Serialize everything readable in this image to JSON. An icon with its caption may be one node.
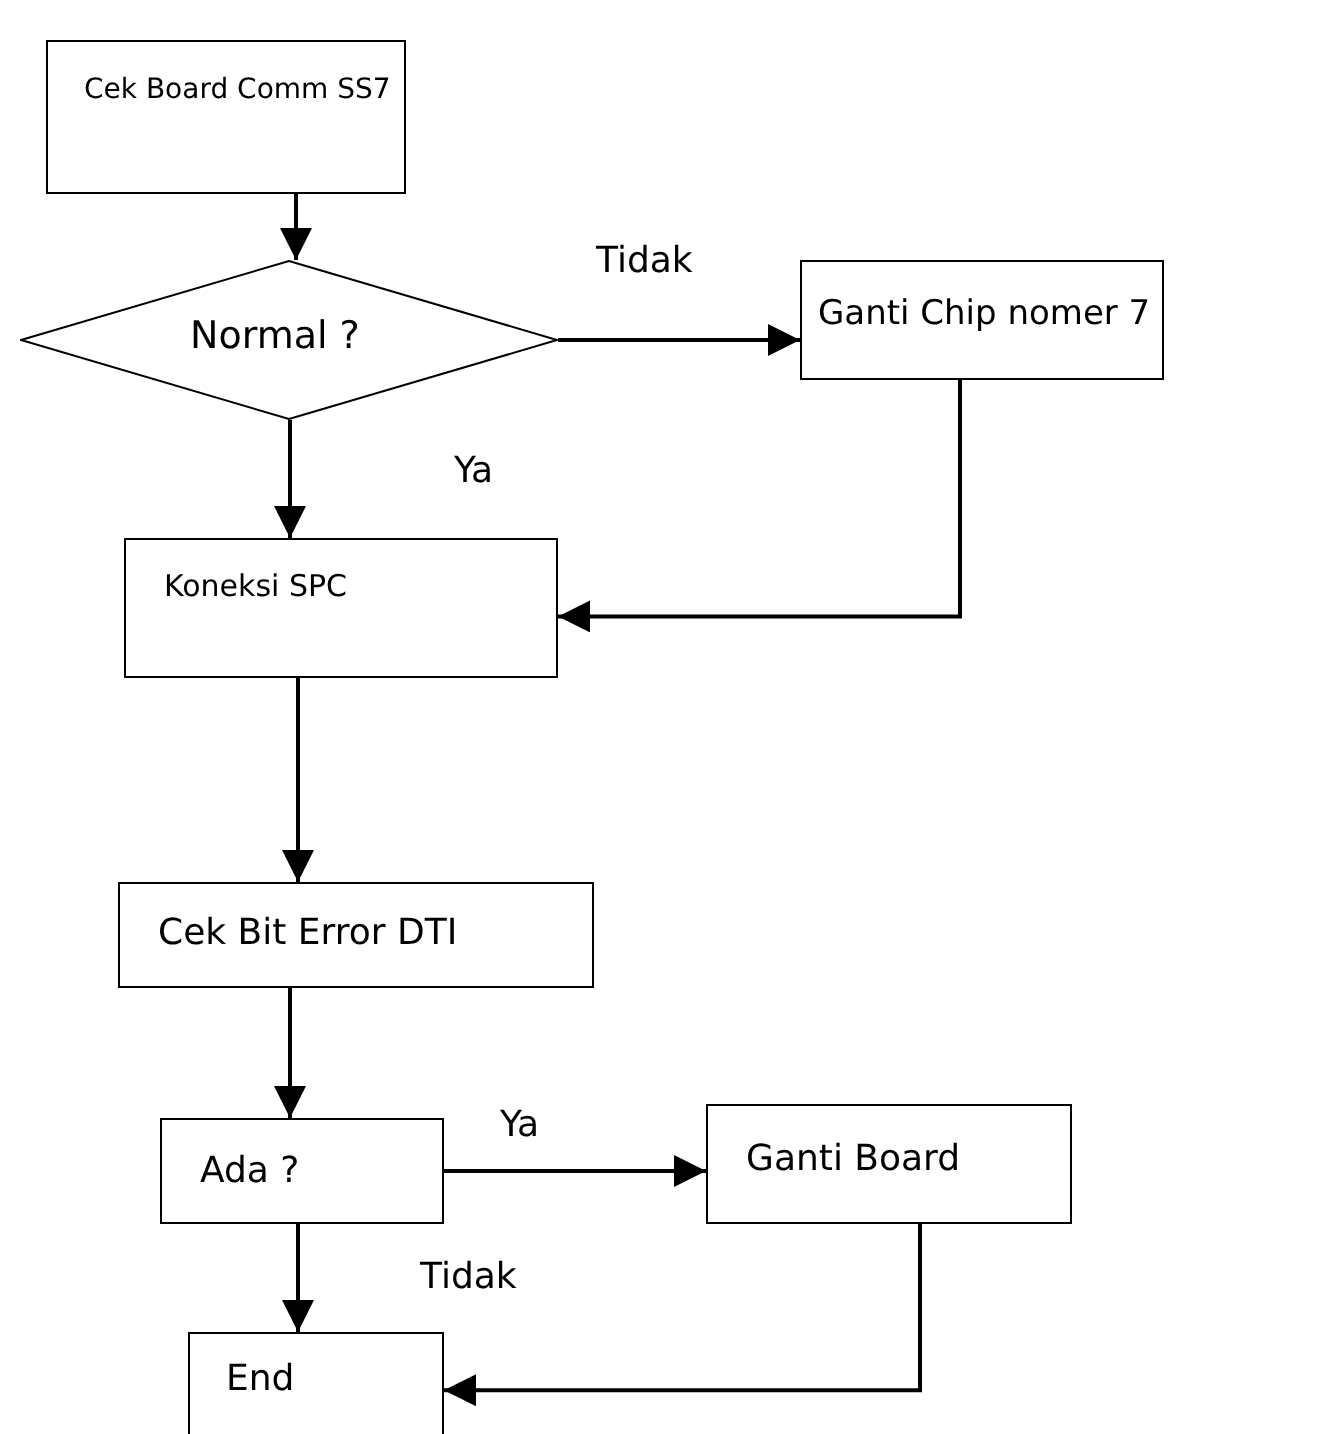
{
  "diagram": {
    "nodes": [
      {
        "text": [
          "Cek Board Comm SS7"
        ]
      },
      {
        "text": [
          "Normal ?"
        ]
      },
      {
        "text": [
          "Ganti Chip nomer 7"
        ]
      },
      {
        "text": [
          "Koneksi SPC"
        ]
      },
      {
        "text": [
          "Cek Bit Error DTI"
        ]
      },
      {
        "text": [
          "Ada ?"
        ]
      },
      {
        "text": [
          "Ganti Board"
        ]
      },
      {
        "text": [
          "End"
        ]
      }
    ],
    "edges": [
      {
        "from": 0,
        "to": 1,
        "arrow": "to"
      },
      {
        "from": 1,
        "to": 2,
        "arrow": "to",
        "label": "Tidak"
      },
      {
        "from": 1,
        "to": 3,
        "arrow": "to",
        "label": "Ya"
      },
      {
        "from": 2,
        "to": 3,
        "arrow": "to"
      },
      {
        "from": 3,
        "to": 4,
        "arrow": "to"
      },
      {
        "from": 4,
        "to": 5,
        "arrow": "to"
      },
      {
        "from": 5,
        "to": 6,
        "arrow": "to",
        "label": "Ya"
      },
      {
        "from": 5,
        "to": 7,
        "arrow": "to",
        "label": "Tidak"
      },
      {
        "from": 6,
        "to": 7,
        "arrow": "to"
      }
    ]
  }
}
